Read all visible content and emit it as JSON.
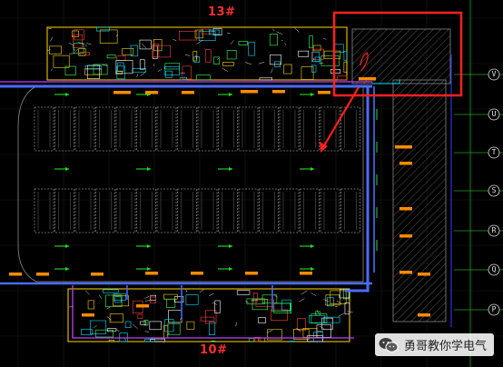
{
  "drawing": {
    "building_top_label": "13#",
    "building_bottom_label": "10#",
    "axis_labels": [
      "V",
      "U",
      "T",
      "S",
      "R",
      "Q",
      "P"
    ]
  },
  "watermark": {
    "text": "勇哥教你学电气",
    "icon": "wechat-icon"
  },
  "colors": {
    "background": "#000000",
    "highlight_box": "#ff2020",
    "building_outline": "#ffd800",
    "cable_tray": "#4a6cff",
    "cable_magenta": "#c040ff",
    "label_tag": "#ff8c00",
    "arrow_green": "#22dd22",
    "parking_grid": "#c8c8c8",
    "annotation_cyan": "#00e0ff"
  }
}
